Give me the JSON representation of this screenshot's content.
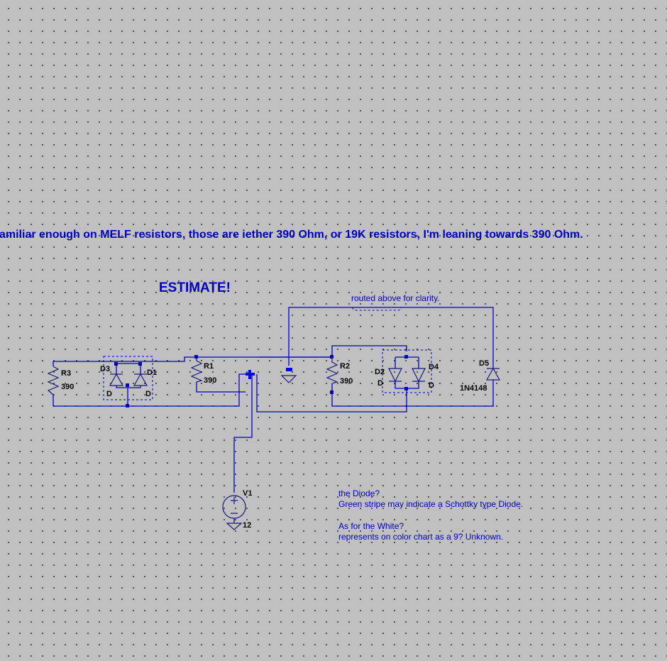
{
  "annotations": {
    "melf_note": "amiliar enough on MELF resistors, those are iether 390 Ohm, or 19K resistors, I'm leaning towards 390 Ohm.",
    "estimate": "ESTIMATE!",
    "routed_note": "routed above for clarity.",
    "diode_note_1": "the Diode?",
    "diode_note_2": "Green stripe may indicate a Schottky type Diode.",
    "white_note_1": "As for the White?",
    "white_note_2": "represents on color chart as a 9? Unknown."
  },
  "components": {
    "r3": {
      "name": "R3",
      "value": "390"
    },
    "r1": {
      "name": "R1",
      "value": "390"
    },
    "r2": {
      "name": "R2",
      "value": "390"
    },
    "d1": {
      "name": "D1",
      "model": "D"
    },
    "d2": {
      "name": "D2",
      "model": "D"
    },
    "d3": {
      "name": "D3",
      "model": "D"
    },
    "d4": {
      "name": "D4",
      "model": "D"
    },
    "d5": {
      "name": "D5",
      "model": "1N4148"
    },
    "v1": {
      "name": "V1",
      "value": "12"
    }
  },
  "colors": {
    "background": "#c0c0c0",
    "wire": "#0000c8",
    "comment_text": "#0000c0",
    "component_label": "#000000"
  }
}
